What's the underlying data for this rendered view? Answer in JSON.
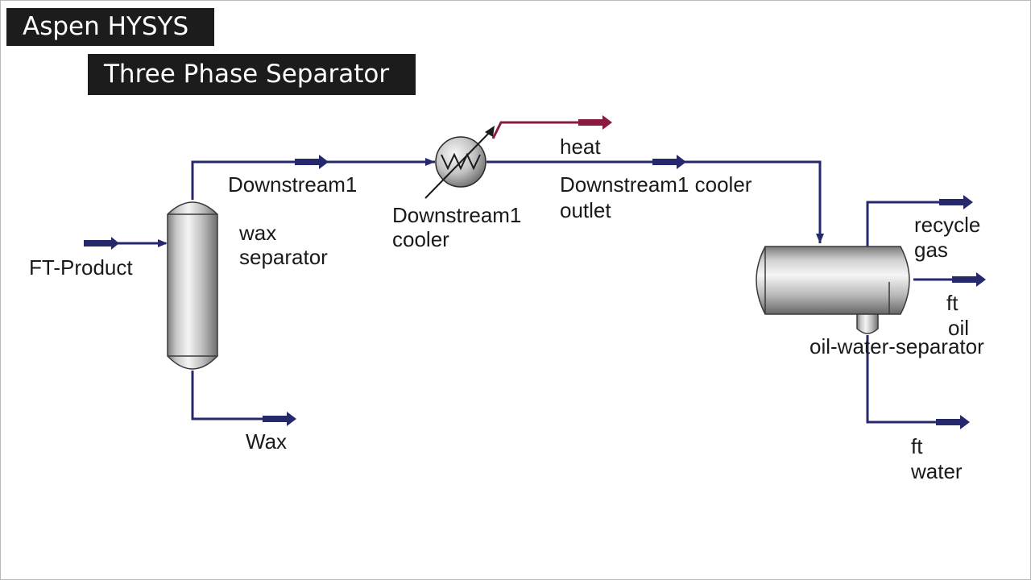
{
  "header": {
    "app_name": "Aspen HYSYS",
    "title": "Three Phase Separator"
  },
  "diagram": {
    "colors": {
      "material_stream": "#25286b",
      "energy_stream": "#8a1a42",
      "vessel_fill": "#c8c8c8"
    },
    "units": {
      "wax_separator": [
        "wax",
        "separator"
      ],
      "cooler": [
        "Downstream1",
        "cooler"
      ],
      "oil_water_separator": "oil-water-separator"
    },
    "streams": {
      "feed": "FT-Product",
      "downstream1": "Downstream1",
      "wax": "Wax",
      "heat": "heat",
      "cooler_outlet": [
        "Downstream1 cooler",
        "outlet"
      ],
      "recycle_gas": [
        "recycle",
        "gas"
      ],
      "ft_oil": [
        "ft",
        "oil"
      ],
      "ft_water": [
        "ft",
        "water"
      ]
    }
  }
}
